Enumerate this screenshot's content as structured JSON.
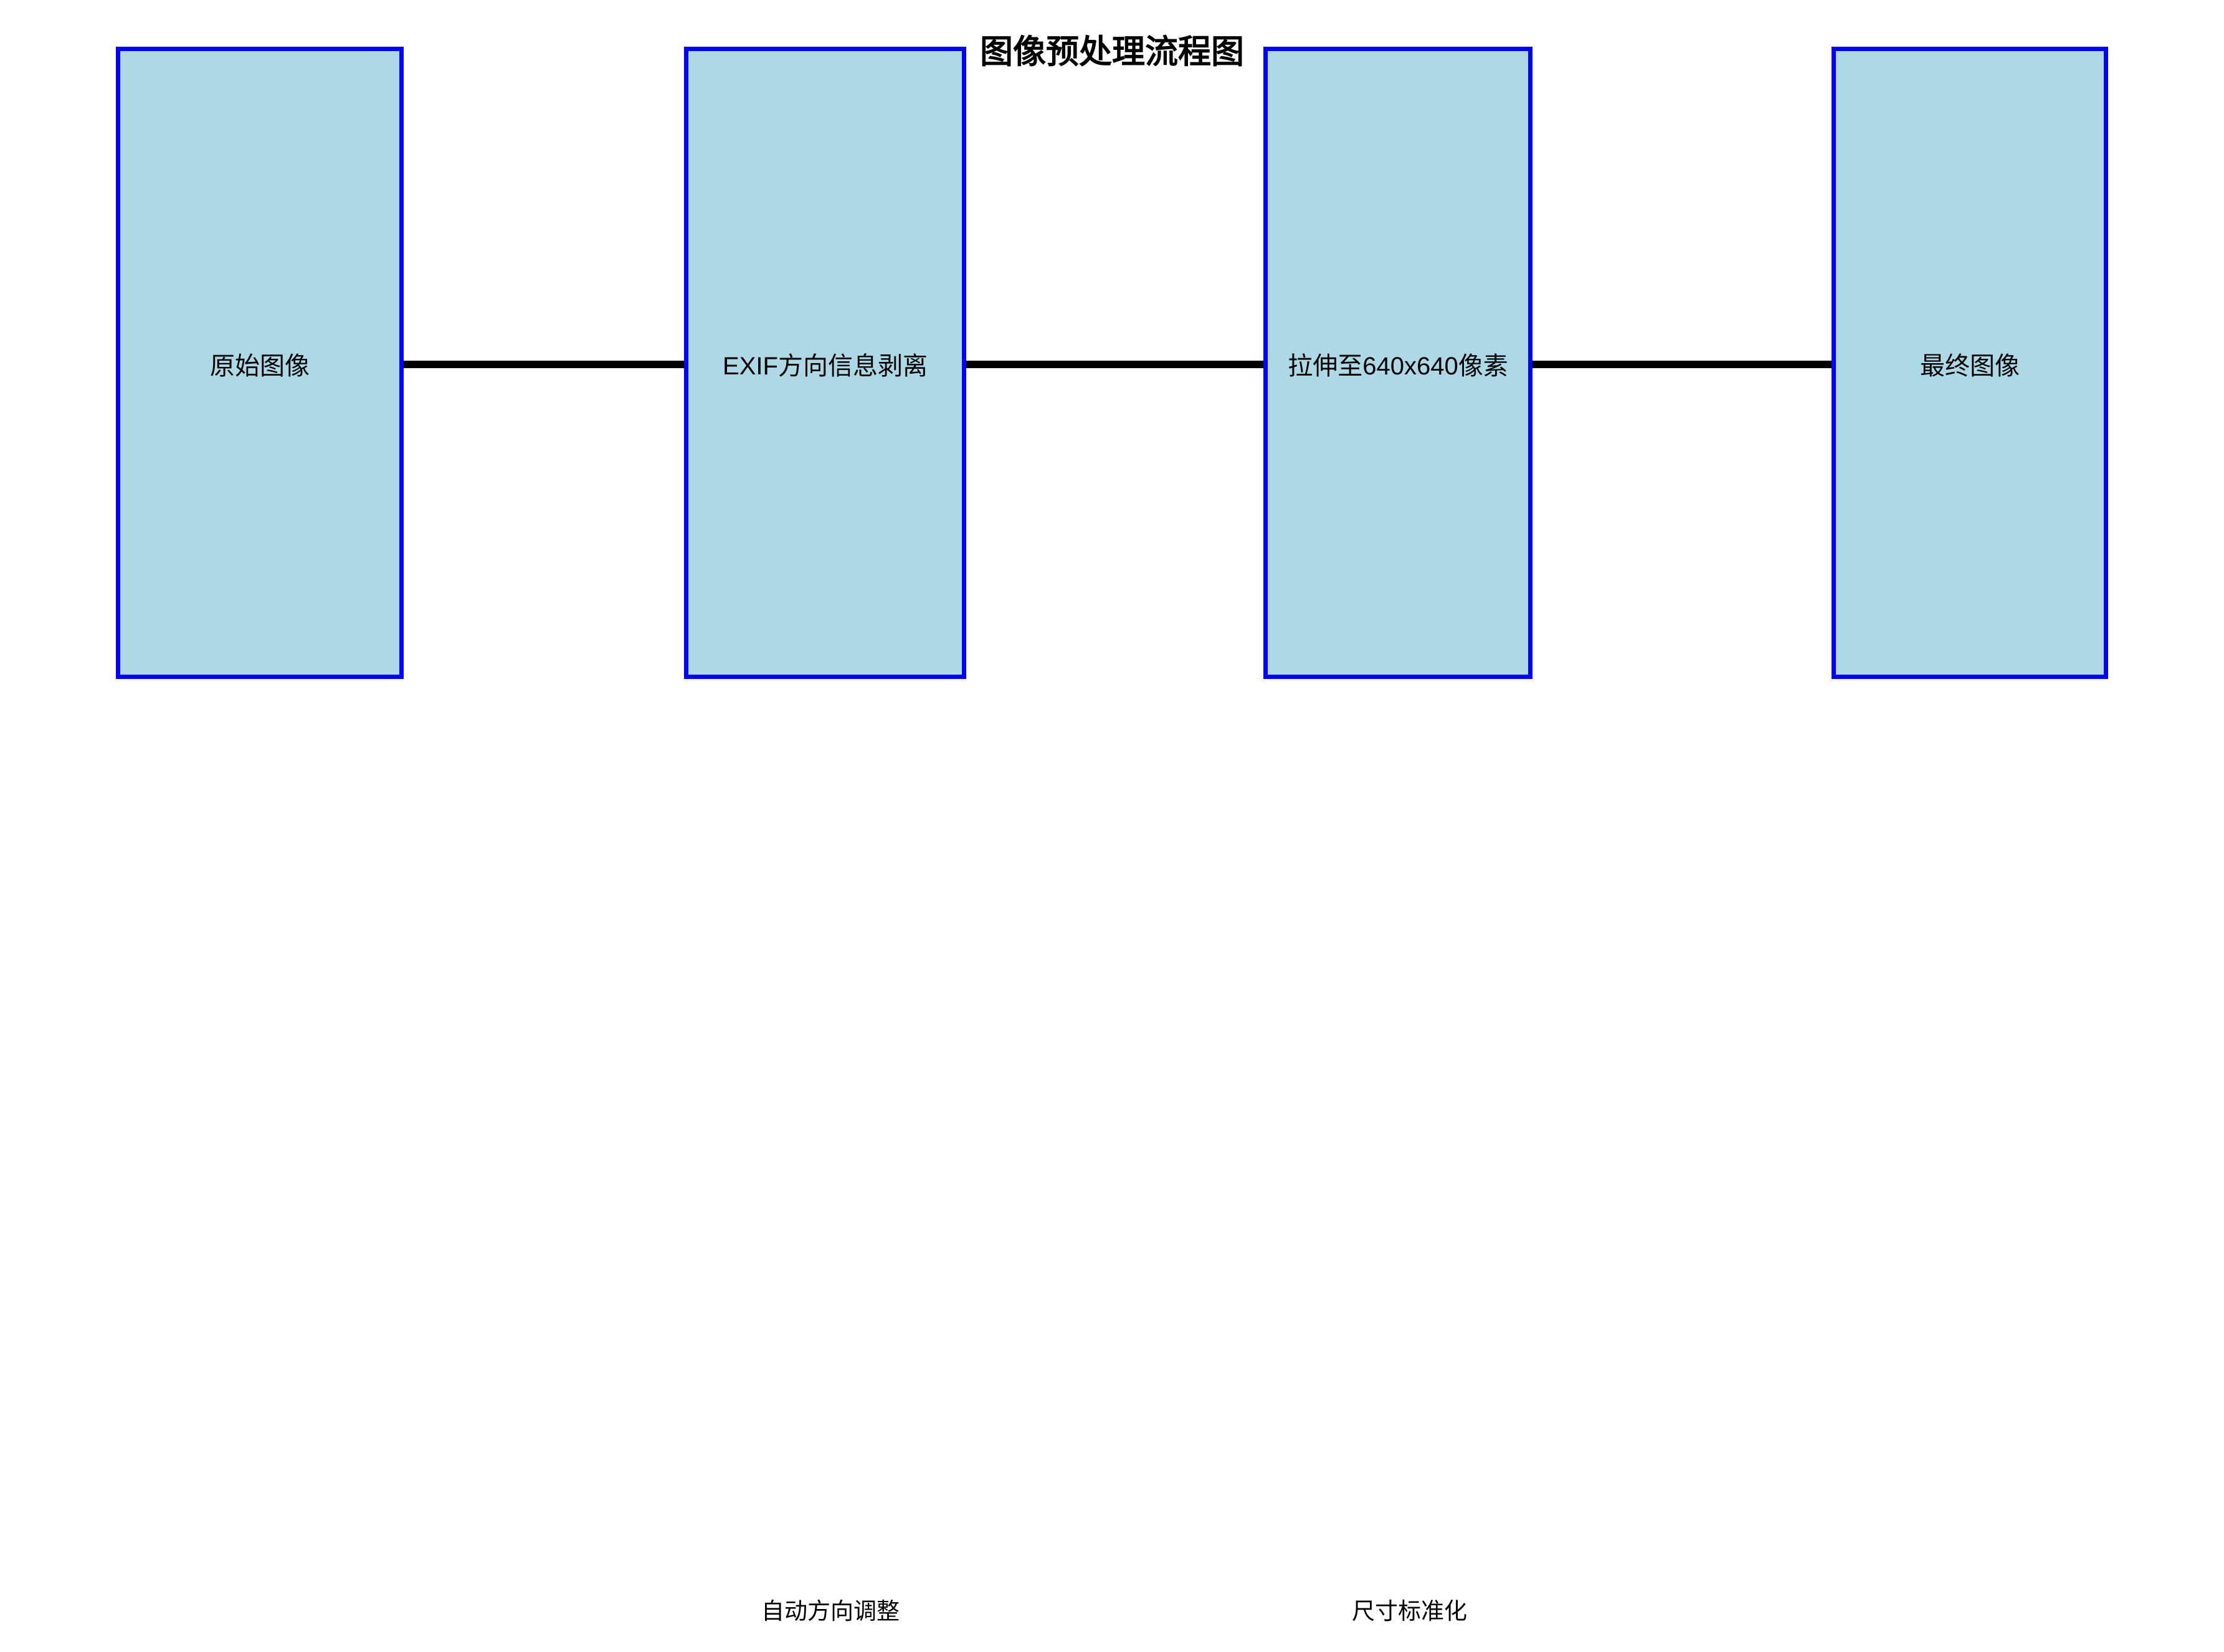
{
  "diagram": {
    "title": "图像预处理流程图",
    "background_color": "#ffffff",
    "node_fill_color": "#ADD8E6",
    "node_border_color": "#0000FF",
    "connector_color": "#000000",
    "nodes": [
      {
        "id": "original-image",
        "label": "原始图像"
      },
      {
        "id": "exif-orientation-strip",
        "label": "EXIF方向信息剥离"
      },
      {
        "id": "resize-640",
        "label": "拉伸至640x640像素"
      },
      {
        "id": "final-image",
        "label": "最终图像"
      }
    ],
    "edges": [
      {
        "from": "original-image",
        "to": "exif-orientation-strip",
        "caption": ""
      },
      {
        "from": "exif-orientation-strip",
        "to": "resize-640",
        "caption": ""
      },
      {
        "from": "resize-640",
        "to": "final-image",
        "caption": ""
      }
    ],
    "captions": [
      {
        "id": "auto-orientation",
        "text": "自动方向调整"
      },
      {
        "id": "size-standardization",
        "text": "尺寸标准化"
      }
    ]
  }
}
